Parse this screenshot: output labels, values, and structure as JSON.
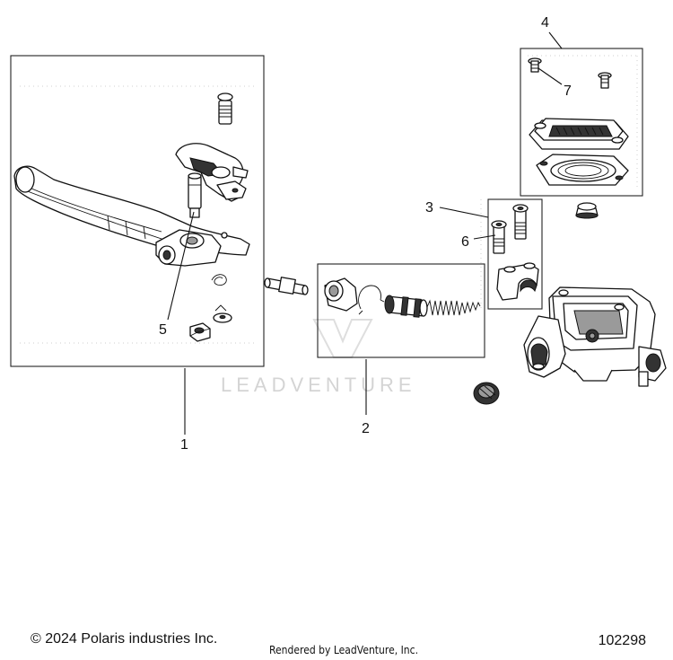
{
  "callouts": {
    "c1": "1",
    "c2": "2",
    "c3": "3",
    "c4": "4",
    "c5": "5",
    "c6": "6",
    "c7": "7"
  },
  "watermark": "LEADVENTURE",
  "footer": {
    "copyright": "© 2024 Polaris industries Inc.",
    "rendered_by": "Rendered by LeadVenture, Inc.",
    "diagram_number": "102298"
  },
  "colors": {
    "line": "#111111",
    "watermark": "#d4d4d4",
    "background": "#ffffff"
  }
}
